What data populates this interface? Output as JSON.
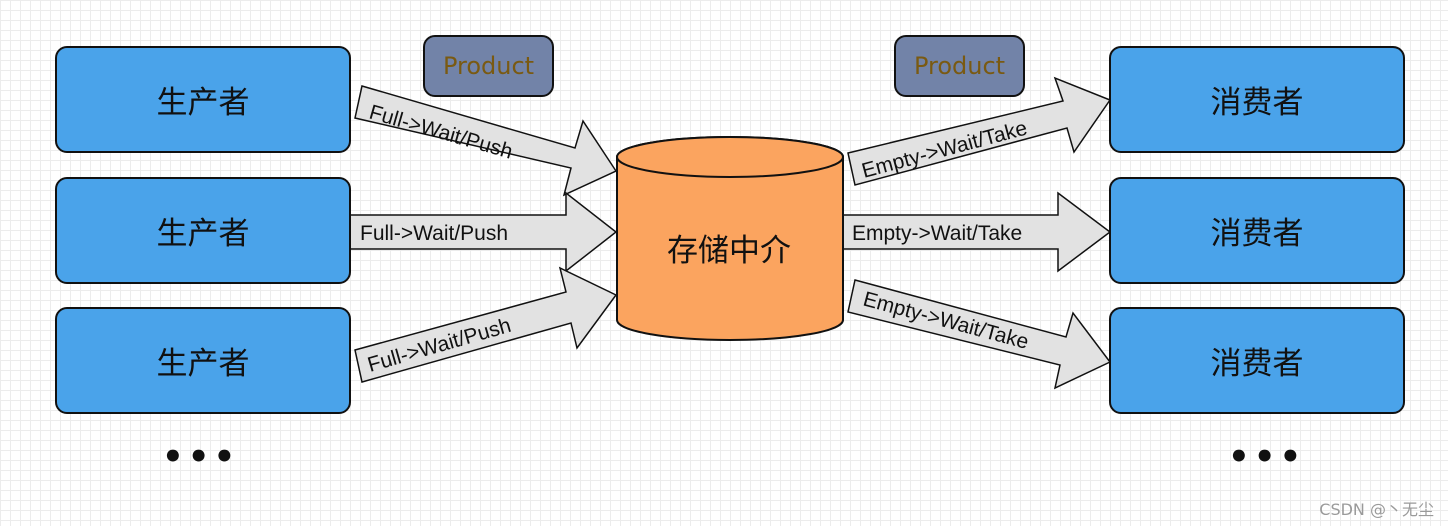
{
  "producers": [
    {
      "label": "生产者"
    },
    {
      "label": "生产者"
    },
    {
      "label": "生产者"
    }
  ],
  "consumers": [
    {
      "label": "消费者"
    },
    {
      "label": "消费者"
    },
    {
      "label": "消费者"
    }
  ],
  "storage": {
    "label": "存储中介"
  },
  "product_tags": [
    {
      "label": "Product"
    },
    {
      "label": "Product"
    }
  ],
  "producer_arrows": [
    {
      "label": "Full->Wait/Push"
    },
    {
      "label": "Full->Wait/Push"
    },
    {
      "label": "Full->Wait/Push"
    }
  ],
  "consumer_arrows": [
    {
      "label": "Empty->Wait/Take"
    },
    {
      "label": "Empty->Wait/Take"
    },
    {
      "label": "Empty->Wait/Take"
    }
  ],
  "ellipsis": {
    "left": "•••",
    "right": "•••"
  },
  "watermark": "CSDN @丶无尘",
  "colors": {
    "box_fill": "#4aa3ea",
    "storage_fill": "#fba45f",
    "tag_fill": "#7283a8",
    "tag_text": "#7a5a12",
    "arrow_fill": "#e2e2e2"
  }
}
